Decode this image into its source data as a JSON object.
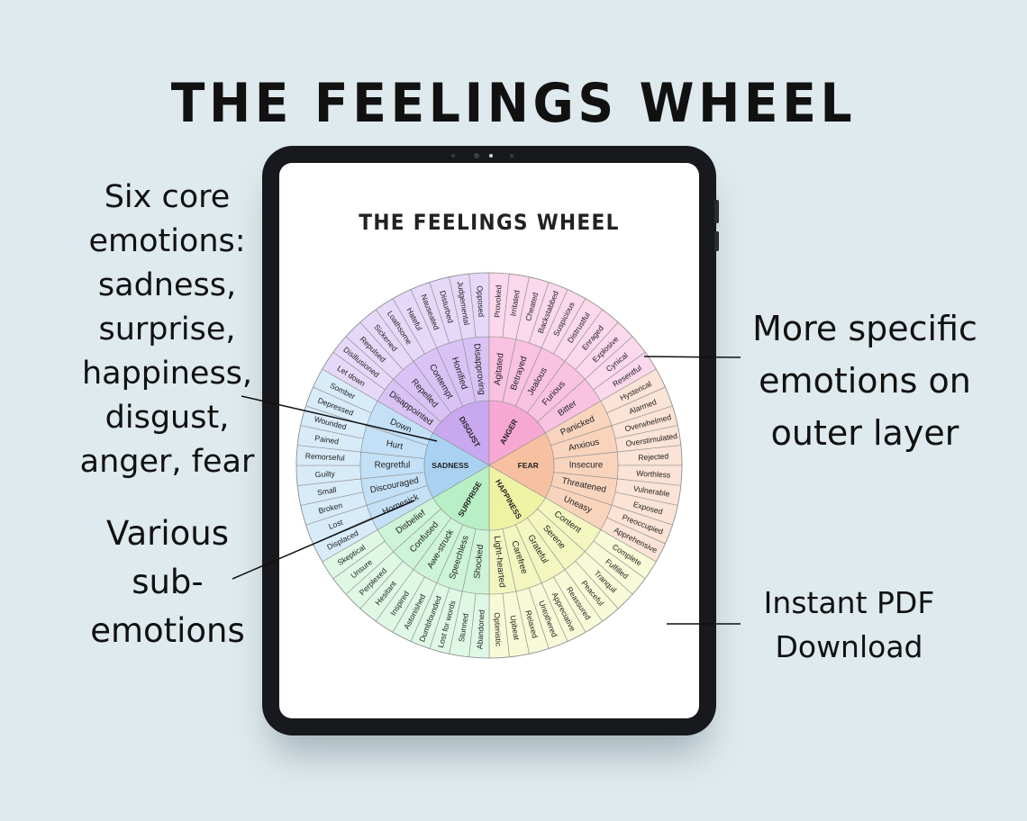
{
  "title": "THE FEELINGS WHEEL",
  "screen_title": "THE FEELINGS WHEEL",
  "notes": {
    "core": [
      "Six core",
      "emotions:",
      "sadness,",
      "surprise,",
      "happiness,",
      "disgust,",
      "anger, fear"
    ],
    "sub": [
      "Various",
      "sub-",
      "emotions"
    ],
    "outer": [
      "More specific",
      "emotions on",
      "outer layer"
    ],
    "pdf": [
      "Instant PDF",
      "Download"
    ]
  },
  "colors": {
    "background": "#dfeaee",
    "tablet": "#17191c",
    "disgust": "#c8a8ef",
    "anger": "#f6a8d2",
    "fear": "#f7c1a1",
    "happiness": "#eef3a4",
    "surprise": "#b8efc5",
    "sadness": "#a9d2f2"
  },
  "wheel": {
    "core": [
      {
        "name": "DISGUST",
        "color": "disgust",
        "mid": {
          "name": [
            "Disappointed",
            "Repelled",
            "Contempt",
            "Horrified",
            "Disapproving"
          ],
          "outer": [
            "Let down",
            "Disillusioned",
            "Repulsed",
            "Sickened",
            "Loathsome",
            "Hateful",
            "Nauseated",
            "Disturbed",
            "Judgemental",
            "Opposed"
          ]
        }
      },
      {
        "name": "ANGER",
        "color": "anger",
        "mid": {
          "name": [
            "Agitated",
            "Betrayed",
            "Jealous",
            "Furious",
            "Bitter"
          ],
          "outer": [
            "Provoked",
            "Irritated",
            "Cheated",
            "Backstabbed",
            "Suspicious",
            "Distrustful",
            "Enraged",
            "Explosive",
            "Cynical",
            "Resentful"
          ]
        }
      },
      {
        "name": "FEAR",
        "color": "fear",
        "mid": {
          "name": [
            "Panicked",
            "Anxious",
            "Insecure",
            "Threatened",
            "Uneasy"
          ],
          "outer": [
            "Hysterical",
            "Alarmed",
            "Overwhelmed",
            "Overstimulated",
            "Rejected",
            "Worthless",
            "Vulnerable",
            "Exposed",
            "Preoccupied",
            "Apprehensive"
          ]
        }
      },
      {
        "name": "HAPPINESS",
        "color": "happiness",
        "mid": {
          "name": [
            "Content",
            "Serene",
            "Grateful",
            "Carefree",
            "Light-hearted"
          ],
          "outer": [
            "Complete",
            "Fulfilled",
            "Tranquil",
            "Peaceful",
            "Reassured",
            "Appreciative",
            "Untothered",
            "Relaxed",
            "Upbeat",
            "Optimistic"
          ]
        }
      },
      {
        "name": "SURPRISE",
        "color": "surprise",
        "mid": {
          "name": [
            "Shocked",
            "Speechless",
            "Awe-struck",
            "Confused",
            "Disbelief"
          ],
          "outer": [
            "Abandoned",
            "Stunned",
            "Lost for words",
            "Dumbfounded",
            "Astonished",
            "Inspired",
            "Hesitant",
            "Perplexed",
            "Unsure",
            "Skeptical"
          ]
        }
      },
      {
        "name": "SADNESS",
        "color": "sadness",
        "mid": {
          "name": [
            "Homesick",
            "Discouraged",
            "Regretful",
            "Hurt",
            "Down"
          ],
          "outer": [
            "Displaced",
            "Lost",
            "Broken",
            "Small",
            "Guilty",
            "Remorseful",
            "Pained",
            "Wounded",
            "Depressed",
            "Somber"
          ]
        }
      }
    ]
  }
}
